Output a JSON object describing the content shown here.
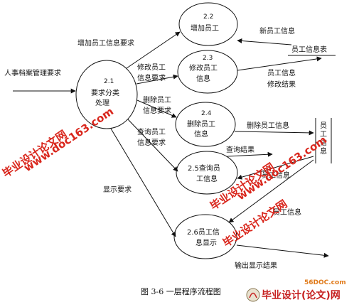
{
  "diagram": {
    "nodes": {
      "n21": {
        "number": "2.1",
        "name_lines": [
          "要求分类",
          "处理"
        ]
      },
      "n22": {
        "number": "2.2",
        "name_lines": [
          "增加员工"
        ]
      },
      "n23": {
        "number": "2.3",
        "name_lines": [
          "修改员工",
          "信息"
        ]
      },
      "n24": {
        "number": "2.4",
        "name_lines": [
          "删除员工",
          "信息"
        ]
      },
      "n25": {
        "number": "2.5",
        "name_lines": [
          "2.5查询员",
          "工信息"
        ]
      },
      "n26": {
        "number": "2.6",
        "name_lines": [
          "2.6员工信",
          "息显示"
        ]
      }
    },
    "stores": {
      "employee_table": "员工信息表",
      "employee_info": "员工信息"
    },
    "flows": {
      "input": "人事档案管理要求",
      "add_request": "增加员工信息要求",
      "modify_request": [
        "修改员工",
        "信息要求"
      ],
      "delete_request": [
        "删除员工",
        "信息要求"
      ],
      "query_request": [
        "查询员工",
        "信息要求"
      ],
      "display_request": "显示要求",
      "new_employee_info": "新员工信息",
      "modify_result": [
        "员工信息",
        "修改结果"
      ],
      "deleted_employee_info": "删除员工信息",
      "query_result": "查询结果",
      "employee_info_a": "员工信息",
      "employee_info_b": "员工信息",
      "display_output": "输出显示结果"
    }
  },
  "caption": "图 3-6   一层程序流程图",
  "watermarks": {
    "line1": "毕业设计论文网",
    "line2": "www.doc163.com"
  },
  "logo": {
    "site": "56DOC.com",
    "name": "毕业设计(论文)网"
  }
}
